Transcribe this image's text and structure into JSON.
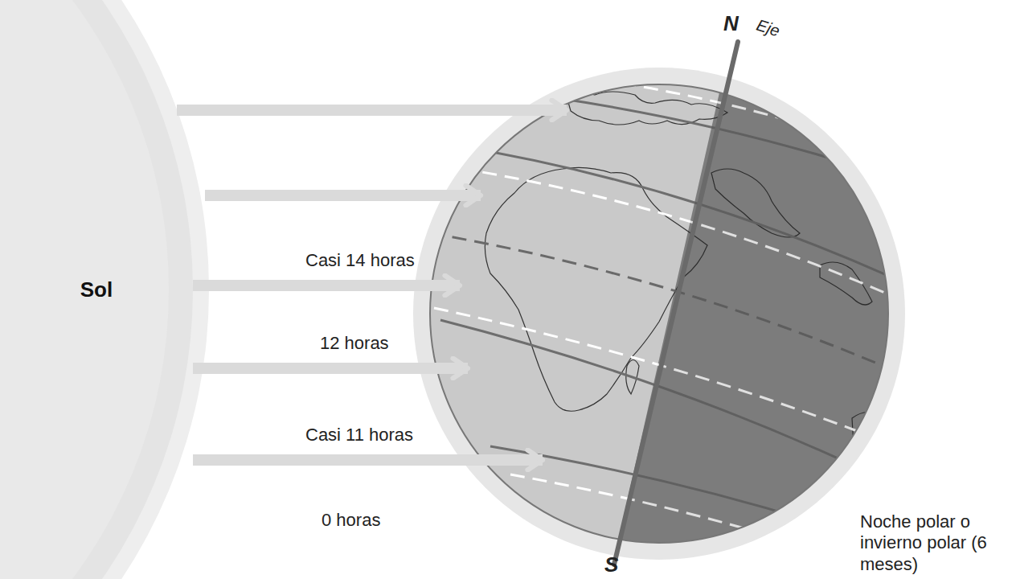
{
  "diagram": {
    "nodes": [
      {
        "text": [
          "Sol"
        ]
      }
    ],
    "labels": [
      "N",
      "Eje",
      "Casi 14 horas",
      "12 horas",
      "Casi 11 horas",
      "0 horas",
      "S",
      "Noche polar o invierno polar (6 meses)"
    ]
  }
}
